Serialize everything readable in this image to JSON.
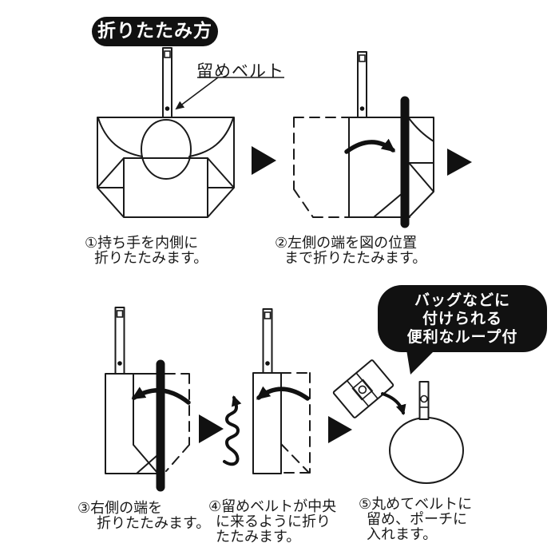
{
  "title": "折りたたみ方",
  "belt_label": "留めベルト",
  "loop_badge": {
    "lines": [
      "バッグなどに",
      "付けられる",
      "便利なループ付"
    ]
  },
  "steps": [
    {
      "number": "1",
      "caption_lines": [
        "①持ち手を内側に",
        "折りたたみます。"
      ]
    },
    {
      "number": "2",
      "caption_lines": [
        "②左側の端を図の位置",
        "まで折りたたみます。"
      ]
    },
    {
      "number": "3",
      "caption_lines": [
        "③右側の端を",
        "折りたたみます。"
      ]
    },
    {
      "number": "4",
      "caption_lines": [
        "④留めベルトが中央",
        "に来るように折り",
        "たたみます。"
      ]
    },
    {
      "number": "5",
      "caption_lines": [
        "⑤丸めてベルトに",
        "留め、ポーチに",
        "入れます。"
      ]
    }
  ],
  "icons": {
    "step_arrow": "right-triangle",
    "fold_arrow": "curved-arrow",
    "roll_arrow": "spiral-arrow",
    "leader_arrow": "diagonal-pointer"
  },
  "colors": {
    "ink": "#1a1a1a",
    "fill_black": "#111111",
    "background": "#ffffff"
  }
}
